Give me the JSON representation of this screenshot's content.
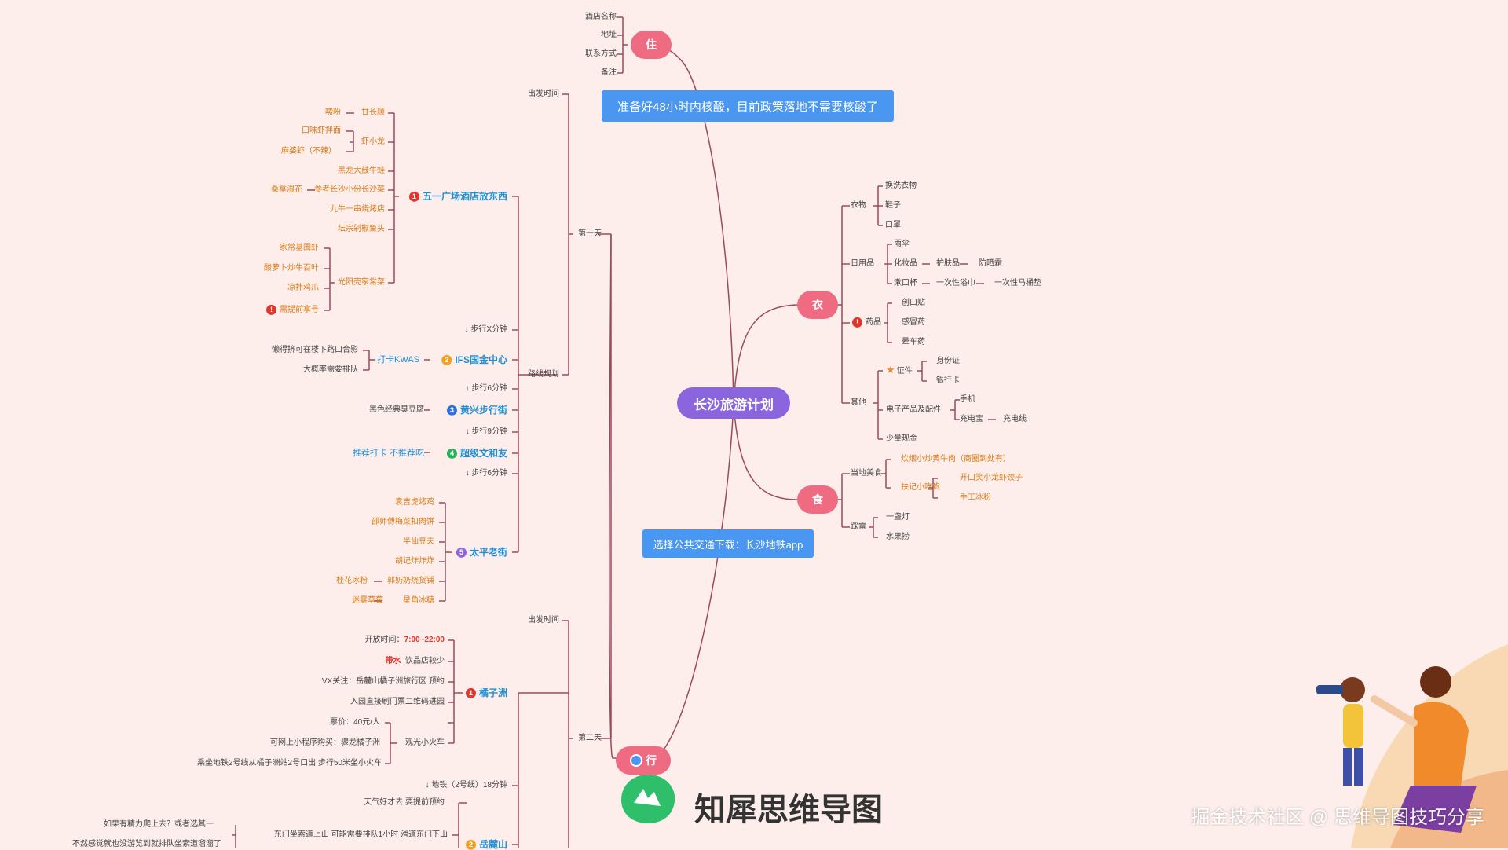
{
  "center_title": "长沙旅游计划",
  "note_top": "准备好48小时内核酸，目前政策落地不需要核酸了",
  "note_bottom": "选择公共交通下载：长沙地铁app",
  "nodes": {
    "stay": "住",
    "clothes": "衣",
    "food": "食",
    "travel": "行"
  },
  "stay": [
    "酒店名称",
    "地址",
    "联系方式",
    "备注"
  ],
  "clothes": {
    "garments": "衣物",
    "garment_items": [
      "换洗衣物",
      "鞋子",
      "口罩"
    ],
    "daily": "日用品",
    "umbrella": "雨伞",
    "cosmetics": "化妆品",
    "skincare": "护肤品",
    "sunscreen": "防晒霜",
    "cup": "漱口杯",
    "towel": "一次性浴巾",
    "toilet": "一次性马桶垫",
    "medicine": "药品",
    "medicine_items": [
      "创口贴",
      "感冒药",
      "晕车药"
    ],
    "other": "其他",
    "docs": "证件",
    "doc_items": [
      "身份证",
      "银行卡"
    ],
    "electronics": "电子产品及配件",
    "phone": "手机",
    "powerbank": "充电宝",
    "cable": "充电线",
    "cash": "少量现金"
  },
  "food": {
    "local": "当地美食",
    "beef": "炊烟小炒黄牛肉（商圈到处有）",
    "snacks": "扶记小吃货",
    "shrimp": "开口笑小龙虾饺子",
    "icepowder": "手工冰粉",
    "drinks": "踩雷",
    "tea": "一盏灯",
    "fruit": "水果捞"
  },
  "day1": {
    "label": "第一天",
    "depart": "出发时间",
    "route": "路线规划",
    "wuyi": "五一广场酒店放东西",
    "wuyi_items": [
      "嗦粉",
      "甘长顺",
      "口味虾拌面",
      "麻婆虾（不辣）",
      "虾小龙",
      "黑龙大鼓牛蛙",
      "桑拿湿花",
      "参考长沙小份长沙菜",
      "九牛一串烧烤店",
      "坛宗剁椒鱼头",
      "家常基围虾",
      "酸萝卜炒牛百叶",
      "凉拌鸡爪",
      "需提前拿号",
      "光阳壳家常菜"
    ],
    "walk1": "↓ 步行X分钟",
    "ifs": "IFS国金中心",
    "ifs_checkin": "打卡KWAS",
    "ifs_items": [
      "懒得挤可在楼下路口合影",
      "大概率需要排队"
    ],
    "walk2": "↓ 步行6分钟",
    "huangxing": "黄兴步行街",
    "huangxing_item": "黑色经典臭豆腐",
    "walk3": "↓ 步行9分钟",
    "wenheyou": "超级文和友",
    "wenheyou_item": "推荐打卡  不推荐吃",
    "walk4": "↓ 步行6分钟",
    "taiping": "太平老街",
    "taiping_items": [
      "袁吉虎烤鸡",
      "邵师傅梅菜扣肉饼",
      "半仙豆夫",
      "胡记炸炸炸",
      "桂花冰粉",
      "郭奶奶烧货铺",
      "迷雾草莓",
      "星角冰糖"
    ]
  },
  "day2": {
    "label": "第二天",
    "depart": "出发时间",
    "juzizhou": "橘子洲",
    "open_label": "开放时间：",
    "open_value": "7:00~22:00",
    "water_label": "带水",
    "water_note": "饮品店较少",
    "vx": "VX关注：岳麓山橘子洲旅行区  预约",
    "entry": "入园直接刷门票二维码进园",
    "ticket": "票价：40元/人",
    "miniprogram": "可网上小程序购买：骤龙橘子洲",
    "subway_tip": "乘坐地铁2号线从橘子洲站2号口出   步行50米坐小火车",
    "train": "观光小火车",
    "metro": "↓ 地铁（2号线）18分钟",
    "weather": "天气好才去    要提前预约",
    "climb": "如果有精力爬上去？或者选其一",
    "queue": "不然感觉就也没游览到就排队坐索道溜溜了",
    "cable": "东门坐索道上山  可能需要排队1小时   滑道东门下山",
    "yuelu": "岳麓山"
  },
  "brand": "知犀思维导图",
  "watermark": "掘金技术社区 @ 思维导图技巧分享",
  "colors": {
    "background": "#fdeeeb",
    "center": "#8a65de",
    "node": "#ee6b82",
    "note": "#4a97f2",
    "line": "#9c4a5a",
    "accent_orange": "#d97a14",
    "accent_blue": "#1f8fd6"
  }
}
